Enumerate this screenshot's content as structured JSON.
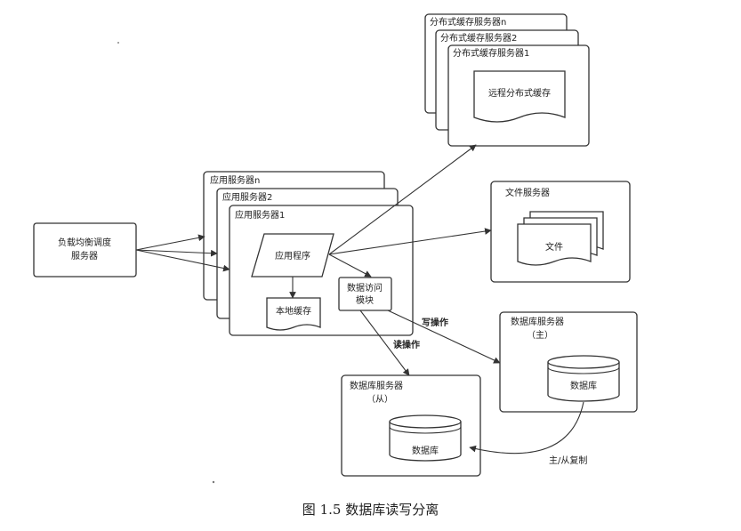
{
  "lb": {
    "line1": "负载均衡调度",
    "line2": "服务器"
  },
  "app": {
    "label_n": "应用服务器n",
    "label_2": "应用服务器2",
    "label_1": "应用服务器1",
    "program": "应用程序",
    "local_cache": "本地缓存",
    "data_access": {
      "line1": "数据访问",
      "line2": "模块"
    }
  },
  "cache": {
    "label_n": "分布式缓存服务器n",
    "label_2": "分布式缓存服务器2",
    "label_1": "分布式缓存服务器1",
    "remote": "远程分布式缓存"
  },
  "file_server": {
    "title": "文件服务器",
    "doc": "文件"
  },
  "db_master": {
    "title": "数据库服务器",
    "sub": "（主）",
    "db": "数据库"
  },
  "db_slave": {
    "title": "数据库服务器",
    "sub": "（从）",
    "db": "数据库"
  },
  "edges": {
    "write": "写操作",
    "read": "读操作",
    "replicate": "主/从复制"
  },
  "caption": "图 1.5    数据库读写分离"
}
